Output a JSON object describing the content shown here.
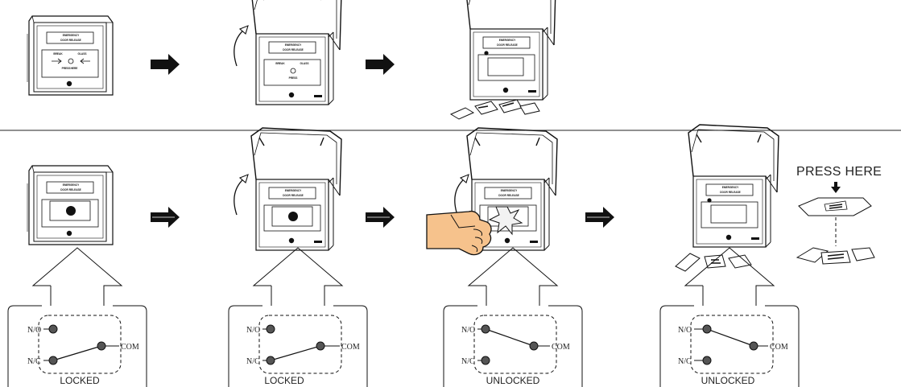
{
  "device_label": {
    "line1": "EMERGENCY",
    "line2": "DOOR RELEASE",
    "break": "BREAK",
    "glass": "GLASS",
    "press": "PRESS",
    "here": "HERE"
  },
  "press_here": "PRESS HERE",
  "terminals": {
    "no": "N/O",
    "nc": "N/C",
    "com": "COM"
  },
  "states": [
    "LOCKED",
    "LOCKED",
    "UNLOCKED",
    "UNLOCKED"
  ],
  "colors": {
    "line": "#1a1a1a",
    "terminal_dot": "#555555",
    "hand": "#f6c28c",
    "flash": "#f2f2f2"
  }
}
